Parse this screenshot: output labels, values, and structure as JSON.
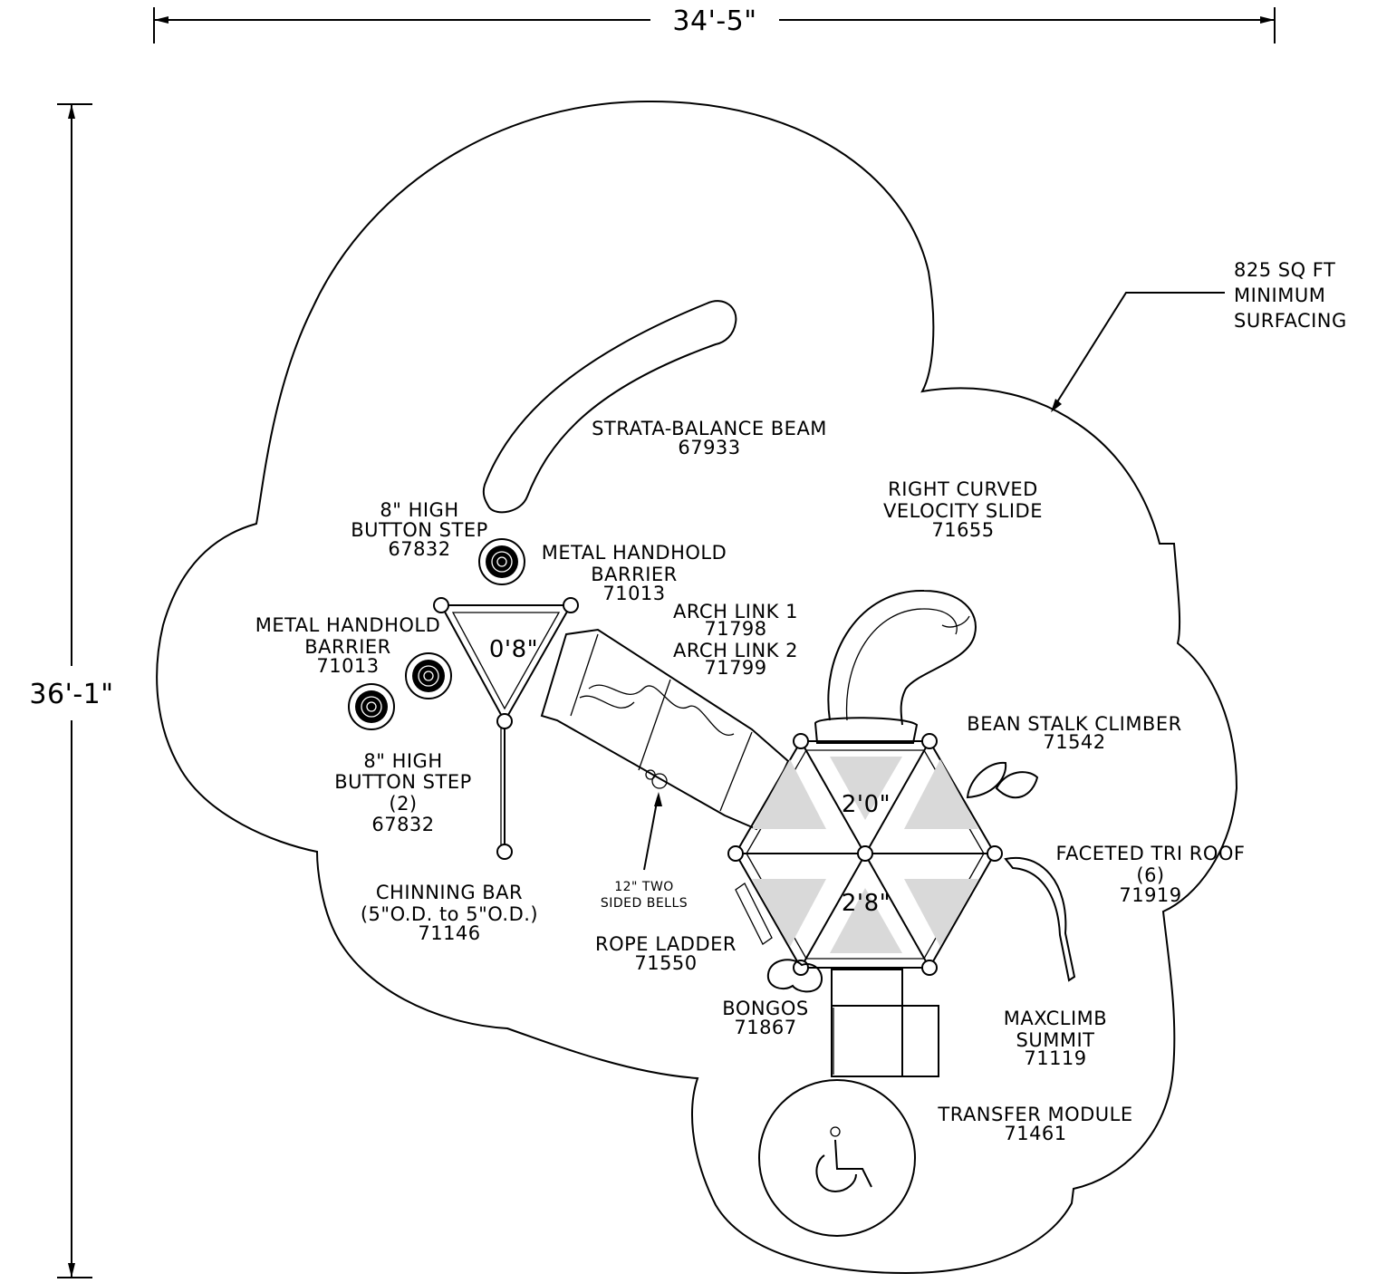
{
  "dimensions": {
    "width": "34'-5\"",
    "height": "36'-1\""
  },
  "surfacing_note": [
    "825 SQ FT",
    "MINIMUM",
    "SURFACING"
  ],
  "deck_heights": [
    "0'8\"",
    "2'0\"",
    "2'8\""
  ],
  "labels": {
    "balance_beam": [
      "STRATA-BALANCE BEAM",
      "67933"
    ],
    "button_step_top": [
      "8\" HIGH",
      "BUTTON STEP",
      "67832"
    ],
    "handhold_top": [
      "METAL HANDHOLD",
      "BARRIER",
      "71013"
    ],
    "handhold_left": [
      "METAL HANDHOLD",
      "BARRIER",
      "71013"
    ],
    "arch_links": [
      "ARCH LINK 1",
      "71798",
      "ARCH LINK 2",
      "71799"
    ],
    "slide": [
      "RIGHT CURVED",
      "VELOCITY SLIDE",
      "71655"
    ],
    "bean_stalk": [
      "BEAN STALK CLIMBER",
      "71542"
    ],
    "button_step_bottom": [
      "8\" HIGH",
      "BUTTON STEP",
      "(2)",
      "67832"
    ],
    "bells": [
      "12\" TWO",
      "SIDED BELLS"
    ],
    "chinning_bar": [
      "CHINNING BAR",
      "(5\"O.D. to 5\"O.D.)",
      "71146"
    ],
    "rope_ladder": [
      "ROPE LADDER",
      "71550"
    ],
    "faceted_roof": [
      "FACETED TRI ROOF",
      "(6)",
      "71919"
    ],
    "bongos": [
      "BONGOS",
      "71867"
    ],
    "maxclimb": [
      "MAXCLIMB",
      "SUMMIT",
      "71119"
    ],
    "transfer_module": [
      "TRANSFER MODULE",
      "71461"
    ]
  }
}
